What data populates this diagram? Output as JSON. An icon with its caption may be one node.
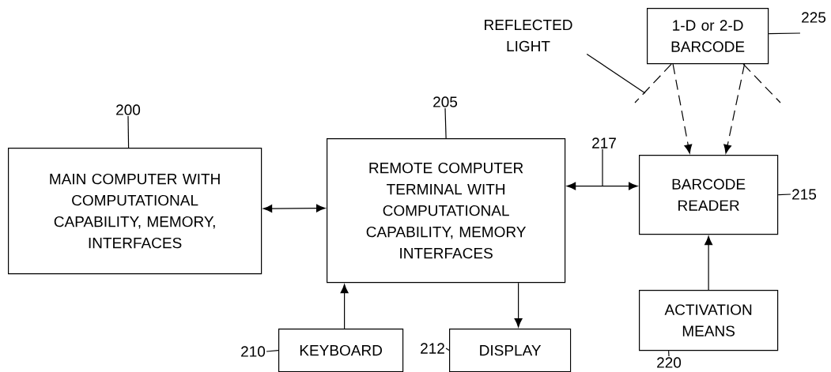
{
  "diagram": {
    "nodes": [
      {
        "text": [
          "MAIN COMPUTER WITH COMPUTATIONAL CAPABILITY, MEMORY, INTERFACES"
        ]
      },
      {
        "text": [
          "REMOTE COMPUTER TERMINAL WITH COMPUTATIONAL CAPABILITY, MEMORY INTERFACES"
        ]
      },
      {
        "text": [
          "KEYBOARD"
        ]
      },
      {
        "text": [
          "DISPLAY"
        ]
      },
      {
        "text": [
          "BARCODE READER"
        ]
      },
      {
        "text": [
          "ACTIVATION MEANS"
        ]
      },
      {
        "text": [
          "1-D or 2-D BARCODE"
        ]
      },
      {
        "text": [
          "REFLECTED LIGHT"
        ]
      },
      {
        "text": [
          "200"
        ]
      },
      {
        "text": [
          "205"
        ]
      },
      {
        "text": [
          "210"
        ]
      },
      {
        "text": [
          "212"
        ]
      },
      {
        "text": [
          "215"
        ]
      },
      {
        "text": [
          "217"
        ]
      },
      {
        "text": [
          "220"
        ]
      },
      {
        "text": [
          "225"
        ]
      }
    ],
    "edges": [
      {
        "from": 0,
        "to": 1,
        "arrow": "both"
      },
      {
        "from": 1,
        "to": 4,
        "arrow": "both"
      },
      {
        "from": 2,
        "to": 1,
        "arrow": "to"
      },
      {
        "from": 1,
        "to": 3,
        "arrow": "to"
      },
      {
        "from": 5,
        "to": 4,
        "arrow": "to"
      },
      {
        "from": 6,
        "to": 4,
        "arrow": "to",
        "style": "dashed"
      },
      {
        "from": 6,
        "to": 4,
        "arrow": "to",
        "style": "dashed"
      },
      {
        "from": 6,
        "to": null,
        "arrow": "none",
        "style": "dashed"
      },
      {
        "from": 6,
        "to": null,
        "arrow": "none",
        "style": "dashed"
      },
      {
        "from": 7,
        "to": null,
        "arrow": "none"
      },
      {
        "from": 8,
        "to": 0,
        "arrow": "none"
      },
      {
        "from": 9,
        "to": 1,
        "arrow": "none"
      },
      {
        "from": 10,
        "to": 2,
        "arrow": "none"
      },
      {
        "from": 11,
        "to": 3,
        "arrow": "none"
      },
      {
        "from": 12,
        "to": 4,
        "arrow": "none"
      },
      {
        "from": 13,
        "to": null,
        "arrow": "none"
      },
      {
        "from": 14,
        "to": 5,
        "arrow": "none"
      },
      {
        "from": 15,
        "to": 6,
        "arrow": "none"
      }
    ]
  }
}
